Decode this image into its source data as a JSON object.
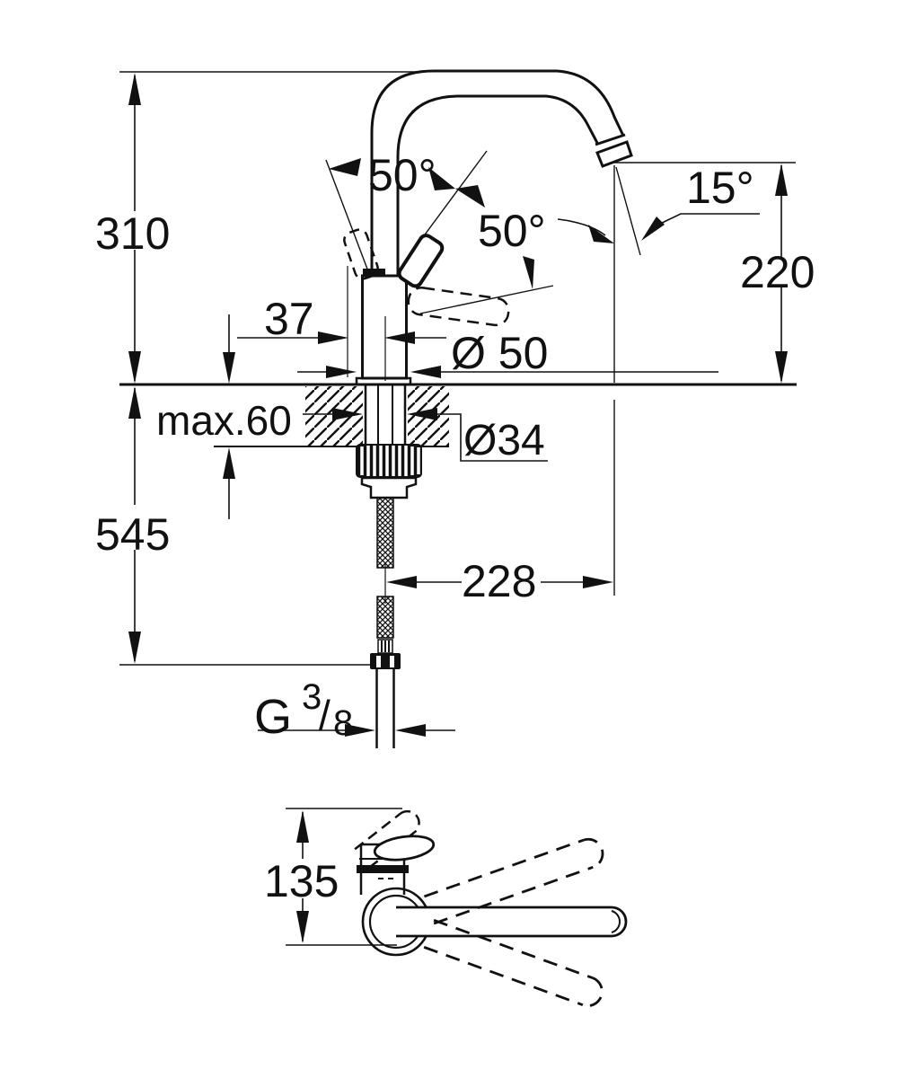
{
  "drawing": {
    "type": "technical-dimension-drawing",
    "subject": "single-lever high-spout kitchen mixer tap, side view with mounting section and top view of swivel range",
    "background": "#ffffff",
    "line_color": "#111111",
    "labels": {
      "height_above_deck": "310",
      "handle_swing_left": "50°",
      "handle_swing_right": "50°",
      "spout_tilt": "15°",
      "spout_height": "220",
      "handle_offset": "37",
      "base_diameter": "Ø 50",
      "deck_thickness_max": "max.60",
      "shank_diameter": "Ø34",
      "height_below_deck": "545",
      "spout_reach": "228",
      "thread_letter": "G",
      "thread_numerator": "3",
      "thread_slash": "/",
      "thread_denominator": "8",
      "swivel_view_depth": "135"
    }
  }
}
